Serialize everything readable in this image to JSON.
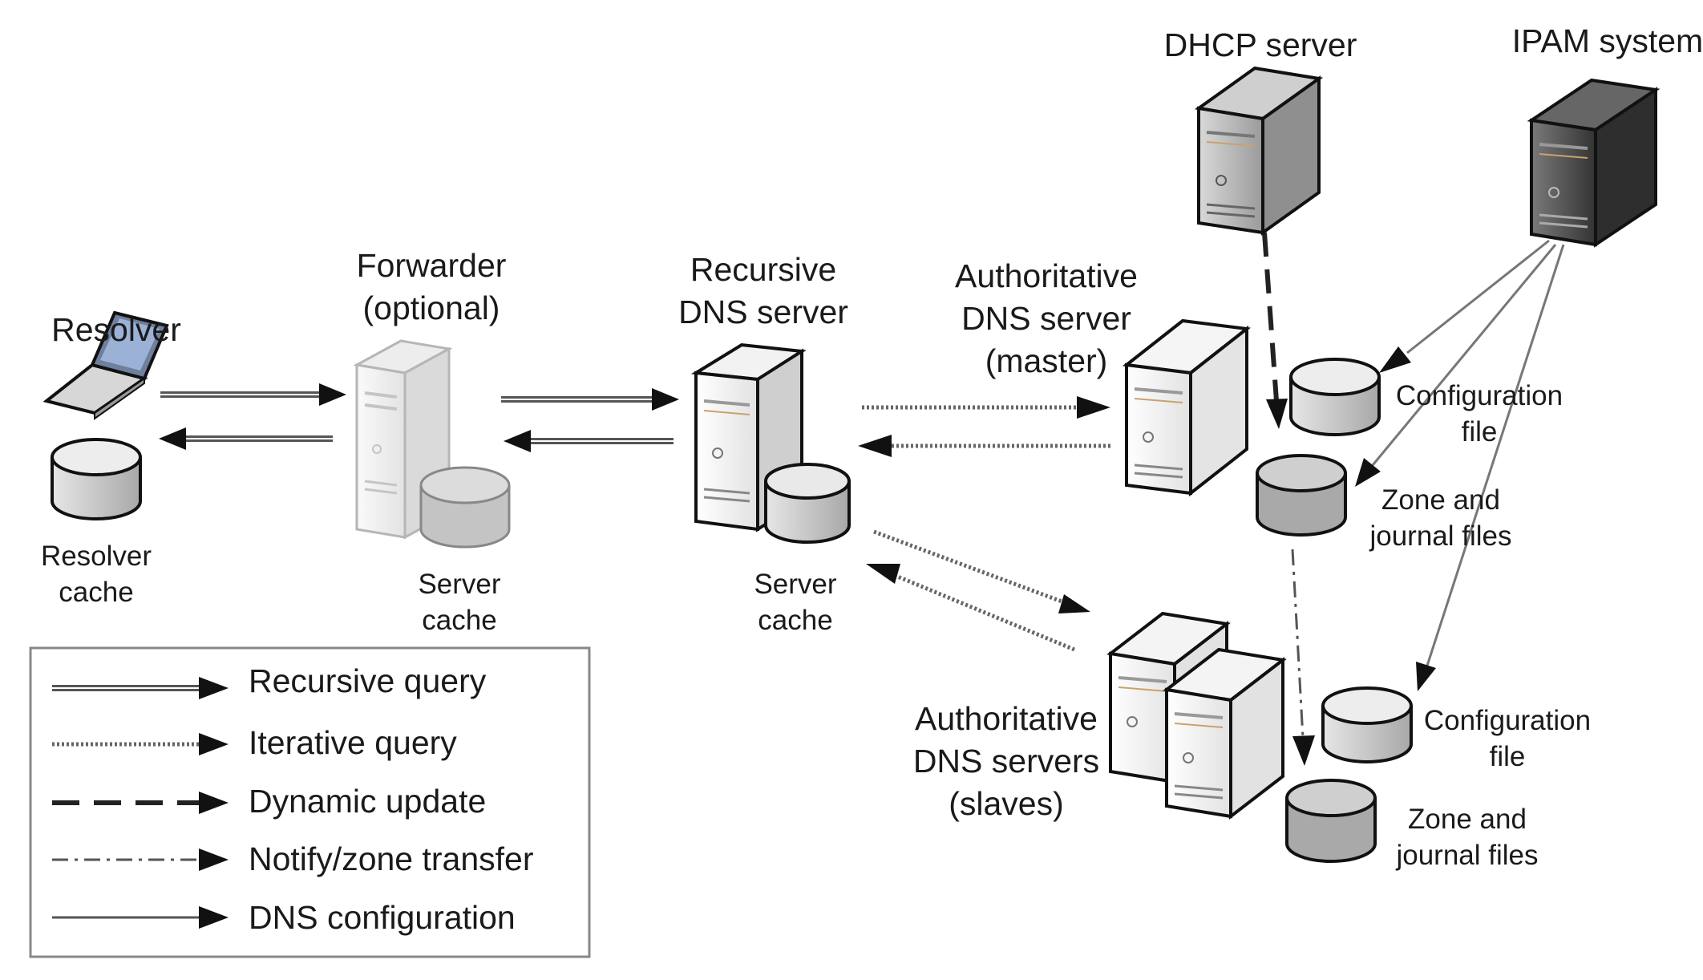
{
  "nodes": {
    "resolver": {
      "label": "Resolver",
      "cache": [
        "Resolver",
        "cache"
      ]
    },
    "forwarder": {
      "label": [
        "Forwarder",
        "(optional)"
      ],
      "cache": [
        "Server",
        "cache"
      ]
    },
    "recursive": {
      "label": [
        "Recursive",
        "DNS server"
      ],
      "cache": [
        "Server",
        "cache"
      ]
    },
    "master": {
      "label": [
        "Authoritative",
        "DNS server",
        "(master)"
      ]
    },
    "dhcp": {
      "label": "DHCP server"
    },
    "ipam": {
      "label": "IPAM system"
    },
    "slaves": {
      "label": [
        "Authoritative",
        "DNS servers",
        "(slaves)"
      ]
    },
    "master_files": {
      "config": [
        "Configuration",
        "file"
      ],
      "zone": [
        "Zone and",
        "journal files"
      ]
    },
    "slave_files": {
      "config": [
        "Configuration",
        "file"
      ],
      "zone": [
        "Zone and",
        "journal files"
      ]
    }
  },
  "legend": [
    {
      "label": "Recursive query",
      "style": "double"
    },
    {
      "label": "Iterative query",
      "style": "dotted"
    },
    {
      "label": "Dynamic update",
      "style": "dashed"
    },
    {
      "label": "Notify/zone transfer",
      "style": "dashdot"
    },
    {
      "label": "DNS configuration",
      "style": "solid"
    }
  ],
  "colors": {
    "line": "#333333",
    "arrow": "#111111",
    "server_light": "#f4f4f4",
    "server_gray": "#bdbdbd",
    "server_dark": "#555555",
    "disk": "#cfcfcf"
  }
}
